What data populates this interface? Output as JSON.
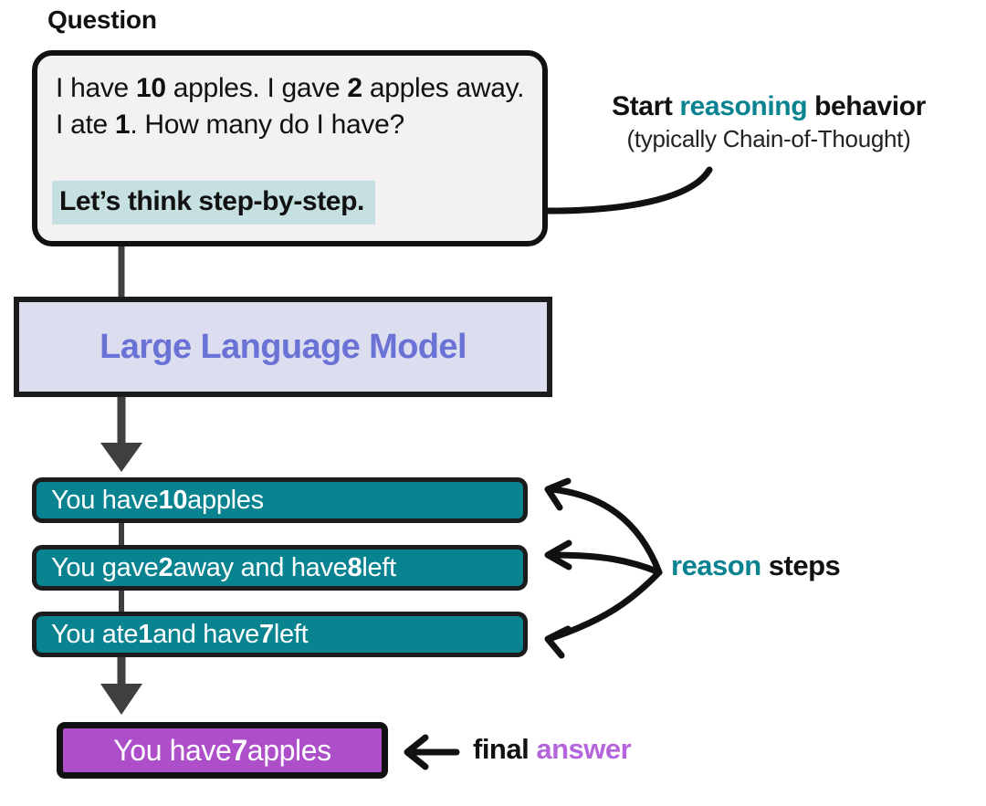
{
  "title": "Chain-of-Thought prompting diagram",
  "colors": {
    "teal": "#0A8391",
    "purple": "#AD4FC9",
    "purple_text": "#B565DB",
    "llm_fill": "#DCDEF0",
    "llm_text": "#6B72D6",
    "question_fill": "#F2F2F2",
    "highlight_fill": "#C6DFE0",
    "outline": "#111111",
    "connector": "#3F3F3F"
  },
  "question": {
    "label": "Question",
    "prompt_prefix": "I have ",
    "prompt_b1": "10",
    "prompt_mid1": " apples. I gave ",
    "prompt_b2": "2",
    "prompt_mid2": " apples away. I ate ",
    "prompt_b3": "1",
    "prompt_suffix": ". How many do I have?",
    "cot_trigger": "Let’s think step-by-step."
  },
  "annotations": {
    "reasoning": {
      "line1_pre": "Start ",
      "line1_accent": "reasoning",
      "line1_post": " behavior",
      "line2": "(typically Chain-of-Thought)"
    },
    "reason_steps": {
      "accent": "reason",
      "post": " steps"
    },
    "final_answer": {
      "pre": "final ",
      "accent": "answer"
    }
  },
  "llm": {
    "label": "Large Language Model"
  },
  "reason_steps": [
    {
      "pre": "You have ",
      "bold": "10",
      "post": " apples"
    },
    {
      "pre": "You gave ",
      "bold": "2",
      "mid": " away and have ",
      "bold2": "8",
      "post": " left"
    },
    {
      "pre": "You ate ",
      "bold": "1",
      "mid": " and have ",
      "bold2": "7",
      "post": " left"
    }
  ],
  "final_answer": {
    "pre": "You have ",
    "bold": "7",
    "post": " apples"
  },
  "icons": {
    "arrow_down": "arrow-down-icon",
    "arrow_left": "arrow-left-icon",
    "curved_arrow": "curved-arrow-icon"
  }
}
